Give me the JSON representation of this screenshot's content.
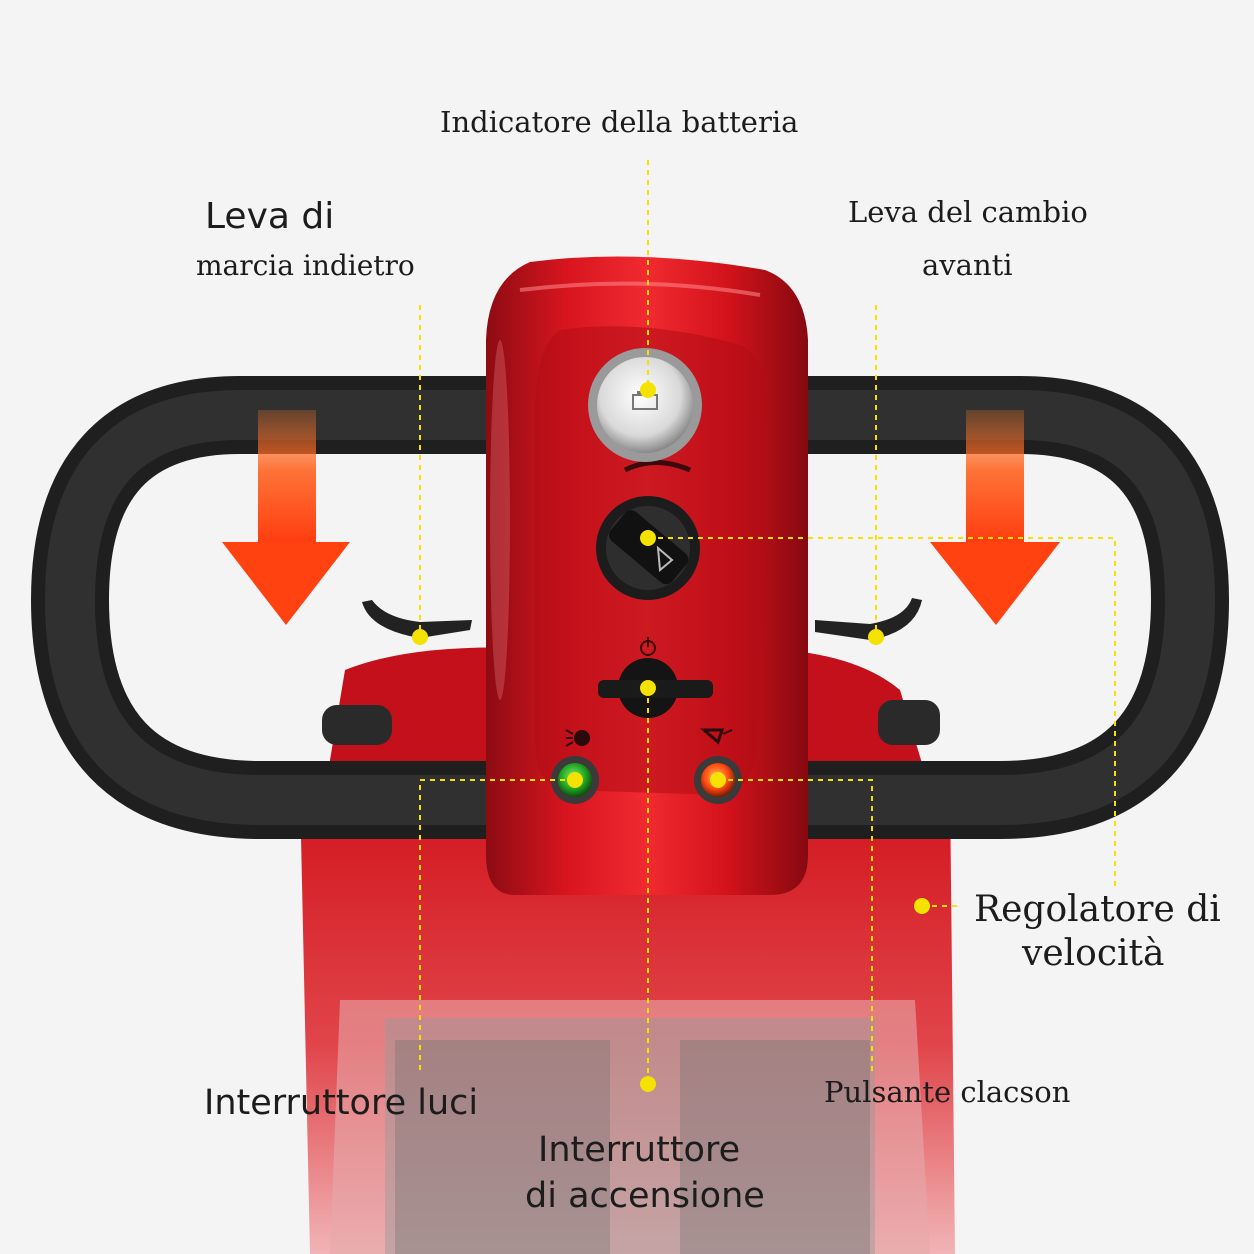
{
  "labels": {
    "battery": "Indicatore della batteria",
    "reverse_line1": "Leva di",
    "reverse_line2": "marcia indietro",
    "forward_line1": "Leva del cambio",
    "forward_line2": "avanti",
    "speed_line1": "Regolatore di",
    "speed_line2": "velocità",
    "lights": "Interruttore luci",
    "horn": "Pulsante clacson",
    "power_line1": "Interruttore",
    "power_line2": "di accensione"
  },
  "icons": [
    "battery-icon",
    "power-icon",
    "light-icon",
    "horn-icon",
    "arrow-down-icon"
  ],
  "colors": {
    "body_red": "#c8101a",
    "grip_black": "#2a2a2a",
    "arrow_orange": "#ff4a10",
    "leader_yellow": "#f5e200",
    "light_button_green": "#2bb52b",
    "horn_button_orange": "#ff5a10"
  }
}
